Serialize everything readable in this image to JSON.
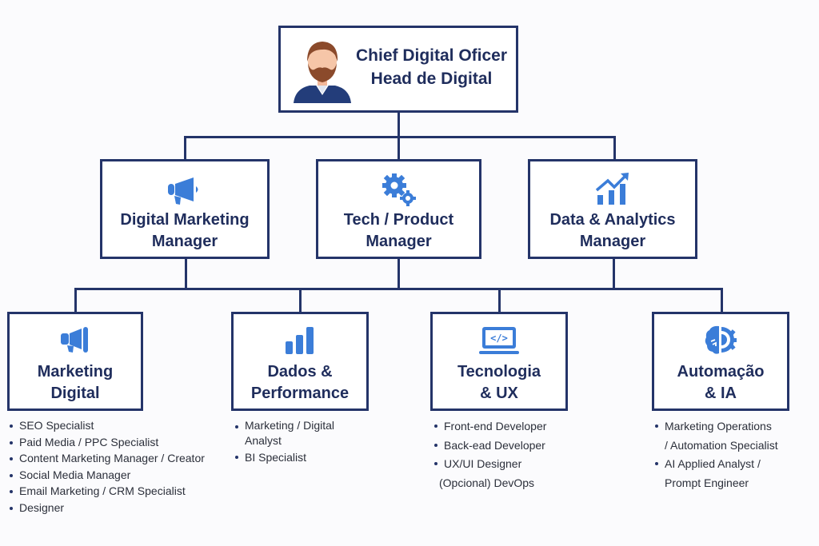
{
  "root": {
    "title_line1": "Chief Digital Oficer",
    "title_line2": "Head de Digital",
    "icon": "person-avatar-icon"
  },
  "managers": [
    {
      "line1": "Digital Marketing",
      "line2": "Manager",
      "icon": "megaphone-icon"
    },
    {
      "line1": "Tech / Product",
      "line2": "Manager",
      "icon": "gears-icon"
    },
    {
      "line1": "Data & Analytics",
      "line2": "Manager",
      "icon": "chart-growth-icon"
    }
  ],
  "teams": [
    {
      "line1": "Marketing",
      "line2": "Digital",
      "icon": "megaphone-icon",
      "roles": [
        "SEO Specialist",
        "Paid Media  / PPC Specialist",
        "Content Marketing Manager / Creator",
        "Social Media Manager",
        "Email Marketing / CRM Specialist",
        "Designer"
      ]
    },
    {
      "line1": "Dados &",
      "line2": "Performance",
      "icon": "bar-chart-icon",
      "roles": [
        "Marketing / Digital",
        "Analyst",
        "BI Specialist"
      ]
    },
    {
      "line1": "Tecnologia",
      "line2": "& UX",
      "icon": "laptop-code-icon",
      "roles": [
        "Front-end Developer",
        "Back-ead Developer",
        "UX/UI Designer",
        "(Opcional) DevOps"
      ]
    },
    {
      "line1": "Automação",
      "line2": "& IA",
      "icon": "ai-brain-gear-icon",
      "roles": [
        "Marketing Operations",
        "/ Automation Specialist",
        "AI Applied Analyst /",
        "Prompt Engineer"
      ]
    }
  ],
  "colors": {
    "border": "#243469",
    "text": "#1f2d5c",
    "icon": "#3b7dd8"
  }
}
